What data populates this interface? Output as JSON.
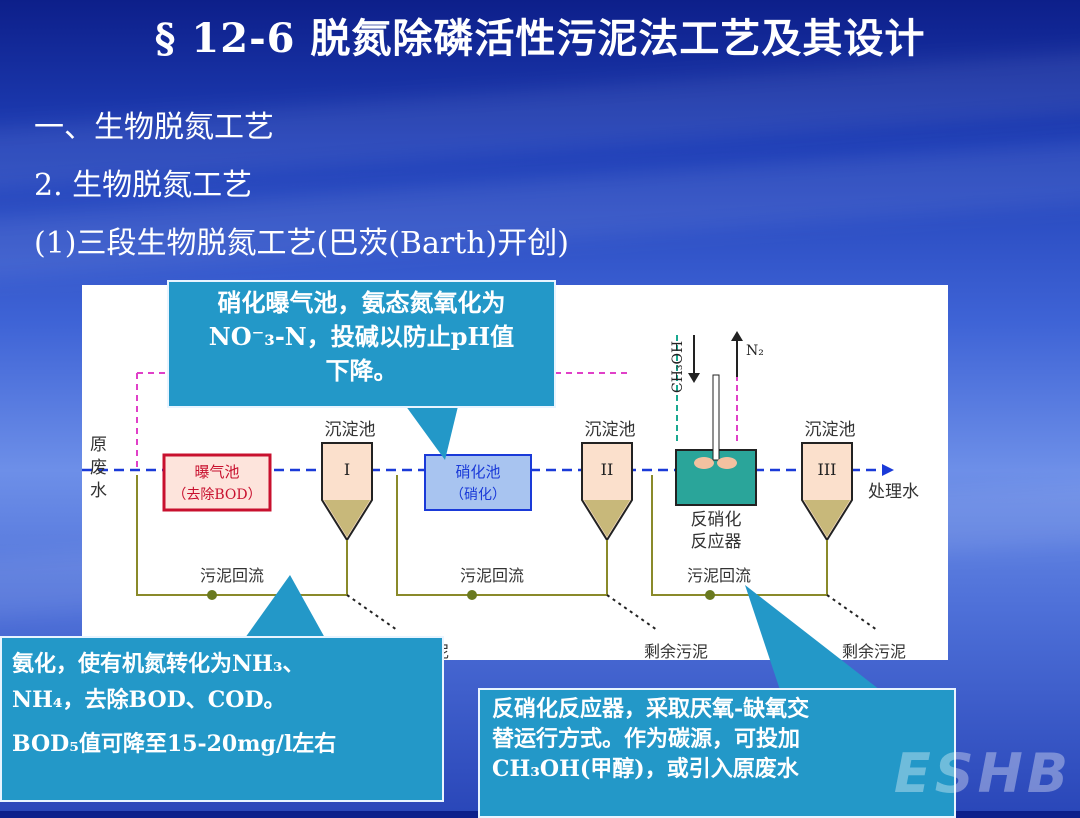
{
  "header": {
    "title": "§ 12-6 脱氮除磷活性污泥法工艺及其设计"
  },
  "outline": {
    "line1": "一、生物脱氮工艺",
    "line2": "2. 生物脱氮工艺",
    "line3": "(1)三段生物脱氮工艺(巴茨(Barth)开创)"
  },
  "diagram": {
    "influent": [
      "原",
      "废",
      "水"
    ],
    "tank1": [
      "曝气池",
      "（去除BOD）"
    ],
    "tank2": [
      "硝化池",
      "（硝化）"
    ],
    "settler_label": "沉淀池",
    "settler1": "I",
    "settler2": "II",
    "settler3": "III",
    "reactor": [
      "反硝化",
      "反应器"
    ],
    "ch3oh": "CH₃OH",
    "n2": "N₂",
    "return_sludge": "污泥回流",
    "excess_sludge": "剩余污泥",
    "excess_sludge_partial": "污泥",
    "effluent": "处理水"
  },
  "callouts": {
    "top": [
      "硝化曝气池，氨态氮氧化为",
      "NO⁻₃-N，投碱以防止pH值",
      "下降。"
    ],
    "bottom_left": [
      "氨化，使有机氮转化为NH₃、",
      "NH₄，去除BOD、COD。",
      "BOD₅值可降至15-20mg/l左右"
    ],
    "bottom_right": [
      "反硝化反应器，采取厌氧-缺氧交",
      "替运行方式。作为碳源，可投加",
      "CH₃OH(甲醇)，或引入原废水"
    ]
  },
  "watermark": "ESHB"
}
